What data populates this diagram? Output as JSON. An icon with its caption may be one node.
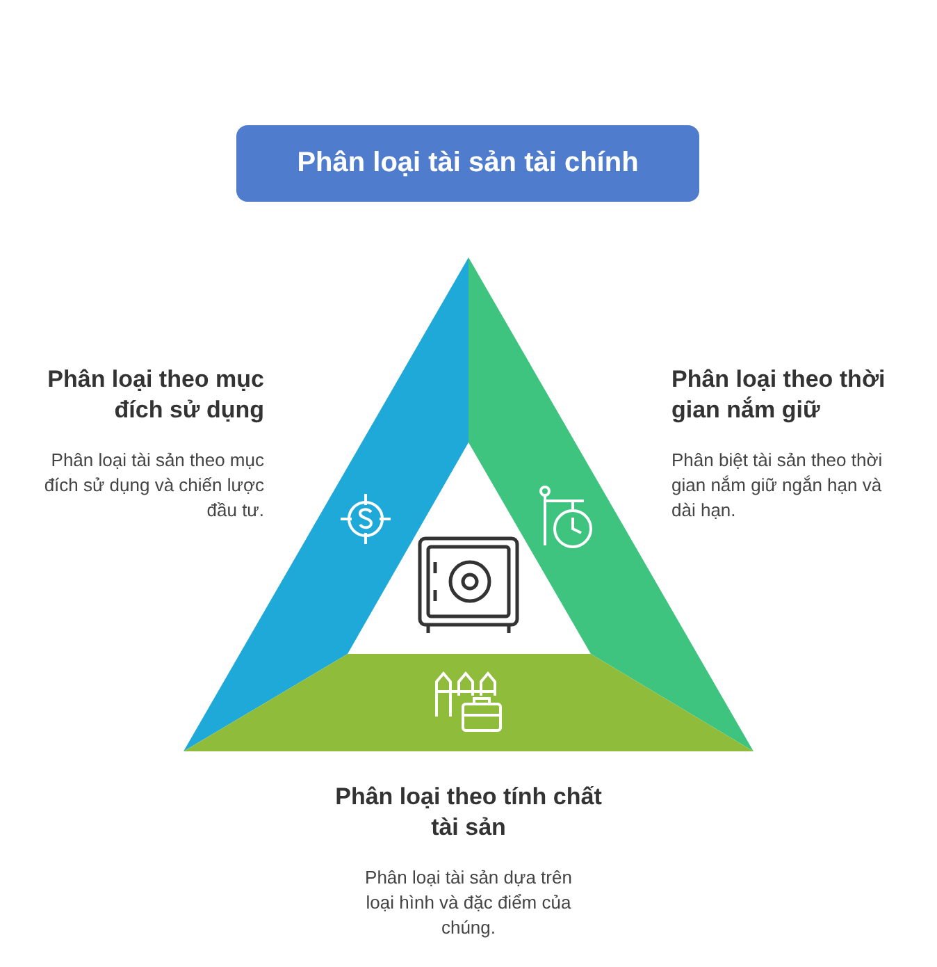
{
  "diagram": {
    "title": "Phân loại tài sản tài chính",
    "labels": [
      "Phân loại theo mục đích sử dụng",
      "Phân loại tài sản theo mục đích sử dụng và chiến lược đầu tư.",
      "Phân loại theo thời gian nắm giữ",
      "Phân biệt tài sản theo thời gian nắm giữ ngắn hạn và dài hạn.",
      "Phân loại theo tính chất tài sản",
      "Phân loại tài sản dựa trên loại hình và đặc điểm của chúng."
    ]
  }
}
